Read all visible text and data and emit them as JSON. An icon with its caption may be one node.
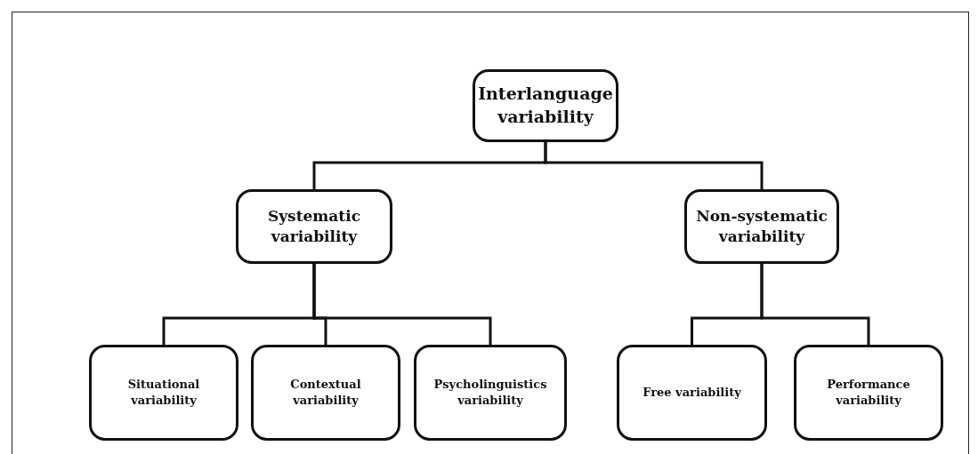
{
  "diagram": {
    "nodes": [
      {
        "text": [
          "Interlanguage variability"
        ]
      },
      {
        "text": [
          "Systematic variability"
        ]
      },
      {
        "text": [
          "Non-systematic variability"
        ]
      },
      {
        "text": [
          "Situational variability"
        ]
      },
      {
        "text": [
          "Contextual variability"
        ]
      },
      {
        "text": [
          "Psycholinguistics variability"
        ]
      },
      {
        "text": [
          "Free variability"
        ]
      },
      {
        "text": [
          "Performance variability"
        ]
      }
    ],
    "edges": [
      {
        "from": 0,
        "to": 1,
        "arrow": "none"
      },
      {
        "from": 0,
        "to": 2,
        "arrow": "none"
      },
      {
        "from": 1,
        "to": 3,
        "arrow": "none"
      },
      {
        "from": 1,
        "to": 4,
        "arrow": "none"
      },
      {
        "from": 1,
        "to": 5,
        "arrow": "none"
      },
      {
        "from": 2,
        "to": 6,
        "arrow": "none"
      },
      {
        "from": 2,
        "to": 7,
        "arrow": "none"
      }
    ]
  }
}
